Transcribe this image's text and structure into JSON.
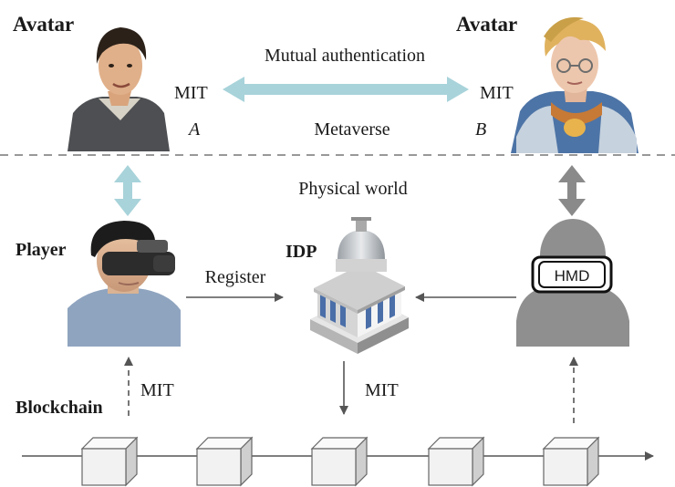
{
  "top_left": {
    "heading": "Avatar",
    "mit": "MIT",
    "letter": "A"
  },
  "top_right": {
    "heading": "Avatar",
    "mit": "MIT",
    "letter": "B"
  },
  "mutual_auth": "Mutual authentication",
  "metaverse": "Metaverse",
  "physical_world": "Physical world",
  "player": "Player",
  "idp": "IDP",
  "register": "Register",
  "hmd": "HMD",
  "mit_left": "MIT",
  "mit_center": "MIT",
  "blockchain": "Blockchain",
  "colors": {
    "auth_arrow": "#a8d3da",
    "vertical_right": "#8a8a8a",
    "dashed_line": "#777777",
    "block_face": "#f2f2f2",
    "block_side": "#cfcfcf",
    "silhouette": "#8f8f8f"
  },
  "icons": [
    "avatar-a-illustration",
    "avatar-b-illustration",
    "player-photo",
    "idp-building-icon",
    "hmd-user-icon",
    "block-icon"
  ]
}
